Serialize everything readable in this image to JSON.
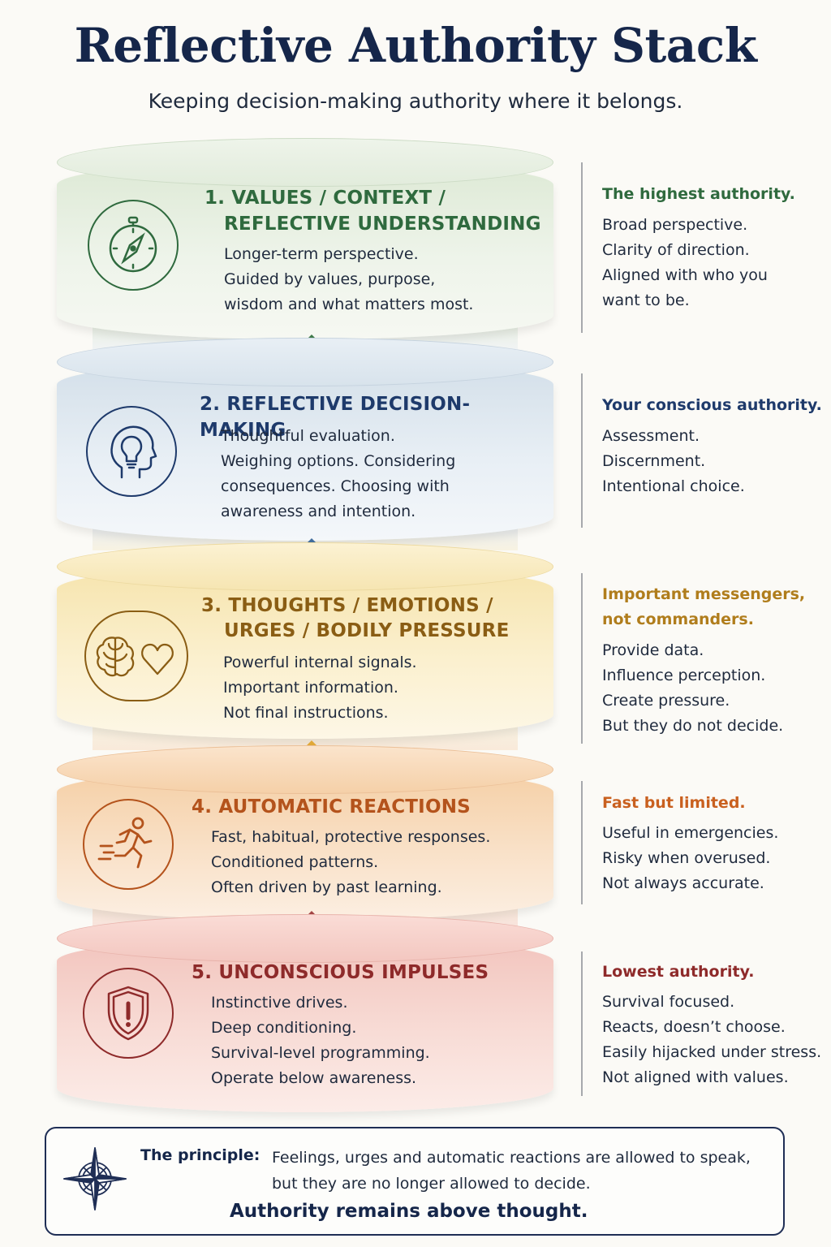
{
  "title": "Reflective Authority Stack",
  "subtitle": "Keeping decision-making authority where it belongs.",
  "tiers": [
    {
      "title_lines": [
        "1.  VALUES / CONTEXT /",
        "REFLECTIVE UNDERSTANDING"
      ],
      "desc_lines": [
        "Longer-term perspective.",
        "Guided by values, purpose,",
        "wisdom and what matters most."
      ],
      "icon": "compass-icon",
      "color": "#2f6a3e",
      "side_heading": [
        "The highest authority."
      ],
      "side_lines": [
        "Broad perspective.",
        "Clarity of direction.",
        "Aligned with who you",
        "want to be."
      ]
    },
    {
      "title_lines": [
        "2. REFLECTIVE DECISION-MAKING"
      ],
      "desc_lines": [
        "Thoughtful evaluation.",
        "Weighing options. Considering",
        "consequences. Choosing with",
        "awareness and intention."
      ],
      "icon": "head-lightbulb-icon",
      "color": "#1e3a6b",
      "side_heading": [
        "Your conscious authority."
      ],
      "side_lines": [
        "Assessment.",
        "Discernment.",
        "Intentional choice."
      ]
    },
    {
      "title_lines": [
        "3. THOUGHTS / EMOTIONS /",
        "URGES / BODILY PRESSURE"
      ],
      "desc_lines": [
        "Powerful internal signals.",
        "Important information.",
        "Not final instructions."
      ],
      "icon": "brain-heart-icon",
      "color": "#8a5d14",
      "side_heading": [
        "Important messengers,",
        "not commanders."
      ],
      "side_lines": [
        "Provide data.",
        "Influence perception.",
        "Create pressure.",
        "But they do not decide."
      ]
    },
    {
      "title_lines": [
        "4. AUTOMATIC REACTIONS"
      ],
      "desc_lines": [
        "Fast, habitual, protective responses.",
        "Conditioned patterns.",
        "Often driven by past learning."
      ],
      "icon": "running-person-icon",
      "color": "#b4531c",
      "side_heading": [
        "Fast but limited."
      ],
      "side_lines": [
        "Useful in emergencies.",
        "Risky when overused.",
        "Not always accurate."
      ]
    },
    {
      "title_lines": [
        "5. UNCONSCIOUS IMPULSES"
      ],
      "desc_lines": [
        "Instinctive drives.",
        "Deep conditioning.",
        "Survival-level programming.",
        "Operate below awareness."
      ],
      "icon": "shield-alert-icon",
      "color": "#8e2a2a",
      "side_heading": [
        "Lowest authority."
      ],
      "side_lines": [
        "Survival focused.",
        "Reacts, doesn’t choose.",
        "Easily hijacked under stress.",
        "Not aligned with values."
      ]
    }
  ],
  "principle": {
    "label": "The principle:",
    "text_lines": [
      "Feelings, urges and automatic reactions are allowed to speak,",
      "but they are no longer allowed to decide."
    ],
    "final": "Authority remains above thought.",
    "icon": "compass-rose-icon"
  }
}
